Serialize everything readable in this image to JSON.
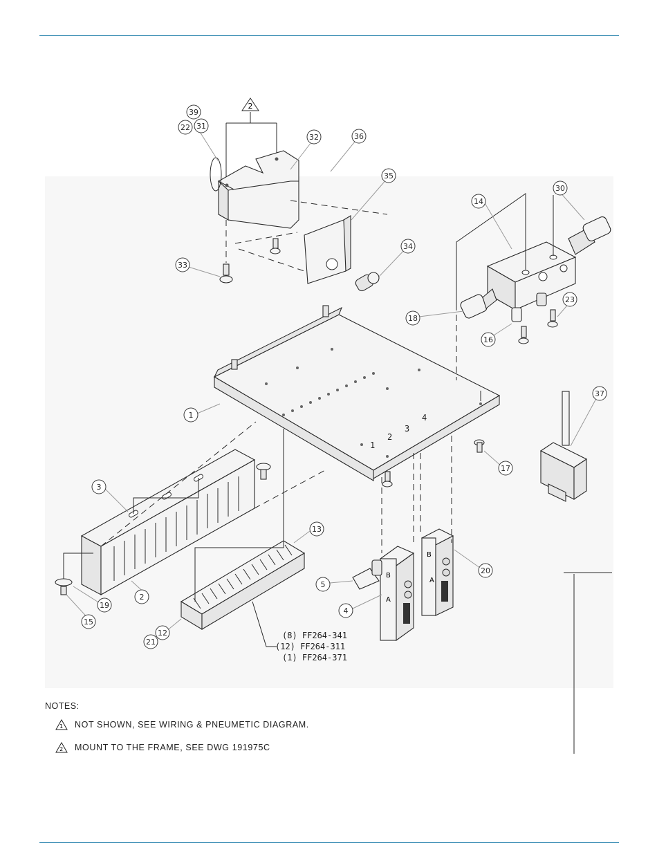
{
  "callouts": {
    "c1": "1",
    "c2": "2",
    "c3": "3",
    "c4": "4",
    "c5": "5",
    "c12": "12",
    "c13": "13",
    "c14": "14",
    "c15": "15",
    "c16": "16",
    "c17": "17",
    "c18": "18",
    "c19": "19",
    "c20": "20",
    "c21": "21",
    "c22": "22",
    "c23": "23",
    "c30": "30",
    "c31": "31",
    "c32": "32",
    "c33": "33",
    "c34": "34",
    "c35": "35",
    "c36": "36",
    "c37": "37",
    "c39": "39"
  },
  "top_marker": "2",
  "part_list": [
    "(8)  FF264-341",
    "(12) FF264-311",
    "(1)  FF264-371"
  ],
  "plate_numbers": [
    "1",
    "2",
    "3",
    "4"
  ],
  "valve_labels": {
    "b": "B",
    "a": "A"
  },
  "notes": {
    "heading": "NOTES:",
    "items": [
      {
        "marker": "1",
        "text": "NOT SHOWN, SEE WIRING & PNEUMETIC DIAGRAM."
      },
      {
        "marker": "2",
        "text": "MOUNT TO THE FRAME, SEE DWG 191975C"
      }
    ]
  },
  "colors": {
    "rule": "#3d8fb5",
    "line": "#2a2a2a"
  }
}
